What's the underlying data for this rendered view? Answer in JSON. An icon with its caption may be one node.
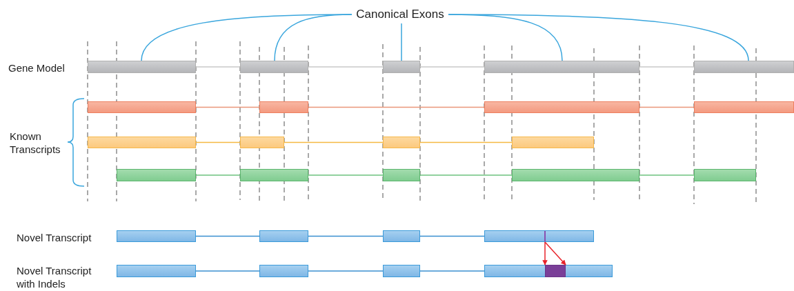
{
  "diagram": {
    "nodes": [
      {
        "text": [
          "Canonical Exons"
        ]
      },
      {
        "text": [],
        "shape": "bar"
      },
      {
        "text": [],
        "shape": "bar"
      },
      {
        "text": [],
        "shape": "bar"
      },
      {
        "text": [],
        "shape": "bar"
      },
      {
        "text": [],
        "shape": "bar"
      },
      {
        "text": [],
        "shape": "bar"
      },
      {
        "text": [],
        "shape": "bar"
      },
      {
        "text": [],
        "shape": "bar"
      },
      {
        "text": [],
        "shape": "bar"
      },
      {
        "text": [],
        "shape": "bar"
      },
      {
        "text": [],
        "shape": "bar"
      },
      {
        "text": [],
        "shape": "bar"
      },
      {
        "text": [],
        "shape": "bar"
      },
      {
        "text": [],
        "shape": "bar"
      },
      {
        "text": [],
        "shape": "bar"
      },
      {
        "text": [],
        "shape": "bar"
      },
      {
        "text": [],
        "shape": "bar"
      },
      {
        "text": [],
        "shape": "bar"
      },
      {
        "text": [],
        "shape": "bar"
      },
      {
        "text": [],
        "shape": "bar"
      },
      {
        "text": [],
        "shape": "bar"
      },
      {
        "text": [],
        "shape": "bar"
      },
      {
        "text": [],
        "shape": "bar"
      },
      {
        "text": [],
        "shape": "bar"
      },
      {
        "text": [],
        "shape": "bar"
      },
      {
        "text": [],
        "shape": "bar"
      },
      {
        "text": [],
        "shape": "box",
        "in": 26
      }
    ],
    "edges": [
      {
        "from": 0,
        "to": 1,
        "arrow": "none",
        "color": "#3aa6dd"
      },
      {
        "from": 0,
        "to": 2,
        "arrow": "none",
        "color": "#3aa6dd"
      },
      {
        "from": 0,
        "to": 3,
        "arrow": "none",
        "color": "#3aa6dd"
      },
      {
        "from": 0,
        "to": 4,
        "arrow": "none",
        "color": "#3aa6dd"
      },
      {
        "from": 0,
        "to": 5,
        "arrow": "none",
        "color": "#3aa6dd"
      },
      {
        "from": 22,
        "to": 27,
        "arrow": "to",
        "color": "#e8232a"
      },
      {
        "from": 22,
        "to": 27,
        "arrow": "to",
        "color": "#e8232a"
      },
      {
        "from": 1,
        "to": 2,
        "arrow": "none",
        "color": "#c8c8c8"
      },
      {
        "from": 2,
        "to": 3,
        "arrow": "none",
        "color": "#c8c8c8"
      },
      {
        "from": 3,
        "to": 4,
        "arrow": "none",
        "color": "#c8c8c8"
      },
      {
        "from": 4,
        "to": 5,
        "arrow": "none",
        "color": "#c8c8c8"
      },
      {
        "from": 6,
        "to": 7,
        "arrow": "none",
        "color": "#e9967a"
      },
      {
        "from": 7,
        "to": 8,
        "arrow": "none",
        "color": "#e9967a"
      },
      {
        "from": 8,
        "to": 9,
        "arrow": "none",
        "color": "#e9967a"
      },
      {
        "from": 10,
        "to": 11,
        "arrow": "none",
        "color": "#f5b942"
      },
      {
        "from": 11,
        "to": 12,
        "arrow": "none",
        "color": "#f5b942"
      },
      {
        "from": 12,
        "to": 13,
        "arrow": "none",
        "color": "#f5b942"
      },
      {
        "from": 14,
        "to": 15,
        "arrow": "none",
        "color": "#6cc27e"
      },
      {
        "from": 15,
        "to": 16,
        "arrow": "none",
        "color": "#6cc27e"
      },
      {
        "from": 16,
        "to": 17,
        "arrow": "none",
        "color": "#6cc27e"
      },
      {
        "from": 17,
        "to": 18,
        "arrow": "none",
        "color": "#6cc27e"
      },
      {
        "from": 19,
        "to": 20,
        "arrow": "none",
        "color": "#3a8fd0"
      },
      {
        "from": 20,
        "to": 21,
        "arrow": "none",
        "color": "#3a8fd0"
      },
      {
        "from": 21,
        "to": 22,
        "arrow": "none",
        "color": "#3a8fd0"
      },
      {
        "from": 23,
        "to": 24,
        "arrow": "none",
        "color": "#3a8fd0"
      },
      {
        "from": 24,
        "to": 25,
        "arrow": "none",
        "color": "#3a8fd0"
      },
      {
        "from": 25,
        "to": 26,
        "arrow": "none",
        "color": "#3a8fd0"
      }
    ],
    "labels": [
      "Gene Model",
      "Known Transcripts",
      "Novel Transcript",
      "Novel Transcript with Indels"
    ]
  }
}
